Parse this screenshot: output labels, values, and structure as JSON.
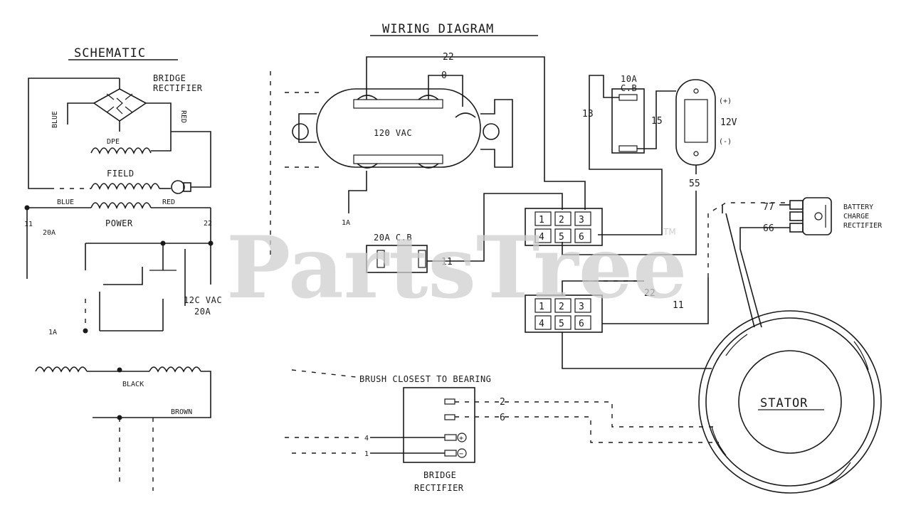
{
  "wiring_title": "WIRING DIAGRAM",
  "schematic": {
    "title": "SCHEMATIC",
    "bridge_label_1": "BRIDGE",
    "bridge_label_2": "RECTIFIER",
    "blue": "BLUE",
    "red": "RED",
    "dpe": "DPE",
    "field": "FIELD",
    "blue2": "BLUE",
    "red2": "RED",
    "power": "POWER",
    "w22": "22",
    "w11": "11",
    "cb20a": "20A",
    "vac_1": "12C VAC",
    "vac_2": "20A",
    "w1a": "1A",
    "black": "BLACK",
    "brown": "BROWN"
  },
  "wiring": {
    "w22_top": "22",
    "w0": "0",
    "vac": "120 VAC",
    "w1a": "1A",
    "cb_10a_1": "10A",
    "cb_10a_2": "C.B",
    "w13": "13",
    "w15": "15",
    "plus": "(+)",
    "minus": "(-)",
    "v12": "12V",
    "w55": "55",
    "cb_20a": "20A C.B",
    "w11": "11",
    "connector1": [
      "1",
      "2",
      "3",
      "4",
      "5",
      "6"
    ],
    "connector2": [
      "1",
      "2",
      "3",
      "4",
      "5",
      "6"
    ],
    "w22b": "22",
    "w11b": "11",
    "w77": "77",
    "w66": "66",
    "battery_1": "BATTERY",
    "battery_2": "CHARGE",
    "battery_3": "RECTIFIER",
    "brush": "BRUSH CLOSEST TO BEARING",
    "w2": "2",
    "w6": "6",
    "w4": "4",
    "w1": "1",
    "bridge_1": "BRIDGE",
    "bridge_2": "RECTIFIER",
    "stator": "STATOR",
    "plus_sym": "+",
    "minus_sym": "−"
  },
  "watermark": {
    "text": "PartsTree",
    "tm": "TM"
  }
}
